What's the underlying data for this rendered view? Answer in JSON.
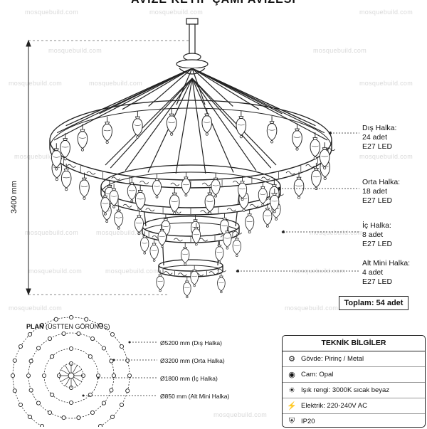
{
  "title": "AVİZE KEYİF ÇAMİ AVİZESİ",
  "watermark": "mosquebuild.com",
  "height_label": "3400 mm",
  "rings": [
    {
      "name": "Dış Halka:",
      "count": "24 adet",
      "bulb": "E27 LED"
    },
    {
      "name": "Orta Halka:",
      "count": "18 adet",
      "bulb": "E27 LED"
    },
    {
      "name": "İç Halka:",
      "count": "8 adet",
      "bulb": "E27 LED"
    },
    {
      "name": "Alt Mini Halka:",
      "count": "4 adet",
      "bulb": "E27 LED"
    }
  ],
  "total": "Toplam: 54 adet",
  "plan": {
    "title": "PLAN",
    "subtitle": "(ÜSTTEN GÖRÜNÜŞ)",
    "labels": [
      "Ø5200 mm (Dış Halka)",
      "Ø3200 mm (Orta Halka)",
      "Ø1800 mm (İç Halka)",
      "Ø850 mm (Alt Mini Halka)"
    ]
  },
  "specs": {
    "title": "TEKNİK BİLGİLER",
    "rows": [
      {
        "icon": "gear-icon",
        "glyph": "⚙",
        "text": "Gövde: Pirinç / Metal"
      },
      {
        "icon": "drop-icon",
        "glyph": "◉",
        "text": "Cam: Opal"
      },
      {
        "icon": "bulb-icon",
        "glyph": "☀",
        "text": "Işık rengi: 3000K sıcak beyaz"
      },
      {
        "icon": "bolt-icon",
        "glyph": "⚡",
        "text": "Elektrik: 220-240V AC"
      },
      {
        "icon": "shield-icon",
        "glyph": "⛨",
        "text": "IP20"
      }
    ]
  }
}
